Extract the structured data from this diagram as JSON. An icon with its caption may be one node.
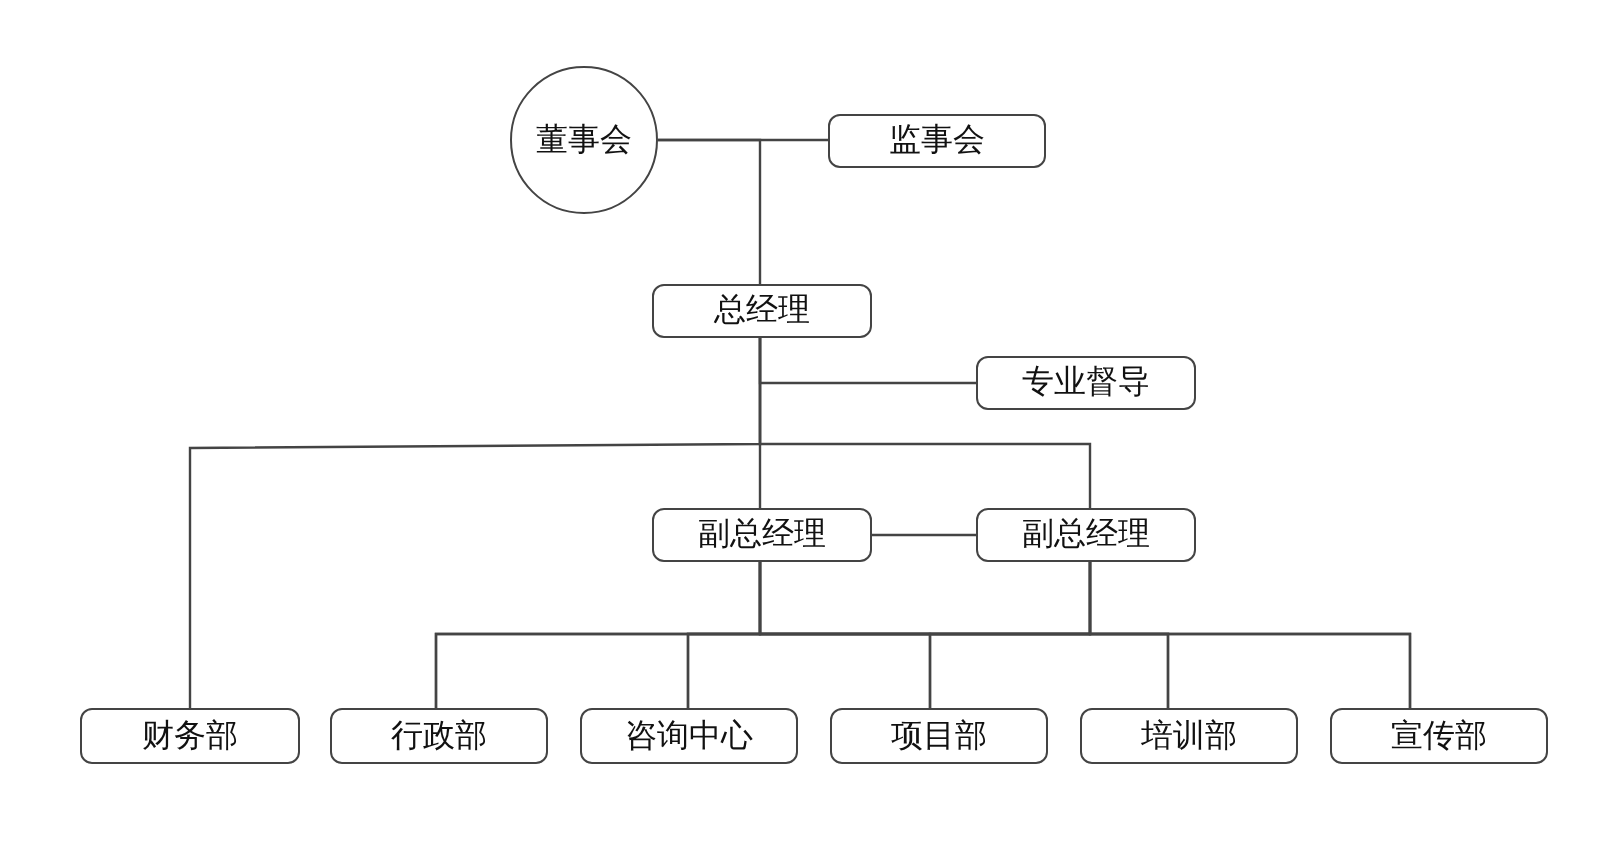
{
  "diagram": {
    "nodes": [
      {
        "text": [
          "董事会"
        ]
      },
      {
        "text": [
          "监事会"
        ]
      },
      {
        "text": [
          "总经理"
        ]
      },
      {
        "text": [
          "专业督导"
        ]
      },
      {
        "text": [
          "副总经理"
        ]
      },
      {
        "text": [
          "副总经理"
        ]
      },
      {
        "text": [
          "财务部"
        ]
      },
      {
        "text": [
          "行政部"
        ]
      },
      {
        "text": [
          "咨询中心"
        ]
      },
      {
        "text": [
          "项目部"
        ]
      },
      {
        "text": [
          "培训部"
        ]
      },
      {
        "text": [
          "宣传部"
        ]
      }
    ],
    "edges": [
      {
        "from": 0,
        "to": 1,
        "arrow": "none"
      },
      {
        "from": 0,
        "to": 2,
        "arrow": "none"
      },
      {
        "from": 2,
        "to": 3,
        "arrow": "none"
      },
      {
        "from": 2,
        "to": 4,
        "arrow": "none"
      },
      {
        "from": 2,
        "to": 5,
        "arrow": "none"
      },
      {
        "from": 2,
        "to": 6,
        "arrow": "none"
      },
      {
        "from": 4,
        "to": 5,
        "arrow": "none"
      },
      {
        "from": 4,
        "to": 7,
        "arrow": "none"
      },
      {
        "from": 4,
        "to": 8,
        "arrow": "none"
      },
      {
        "from": 4,
        "to": 9,
        "arrow": "none"
      },
      {
        "from": 4,
        "to": 10,
        "arrow": "none"
      },
      {
        "from": 4,
        "to": 11,
        "arrow": "none"
      },
      {
        "from": 5,
        "to": 7,
        "arrow": "none"
      },
      {
        "from": 5,
        "to": 8,
        "arrow": "none"
      },
      {
        "from": 5,
        "to": 9,
        "arrow": "none"
      },
      {
        "from": 5,
        "to": 10,
        "arrow": "none"
      },
      {
        "from": 5,
        "to": 11,
        "arrow": "none"
      }
    ]
  }
}
